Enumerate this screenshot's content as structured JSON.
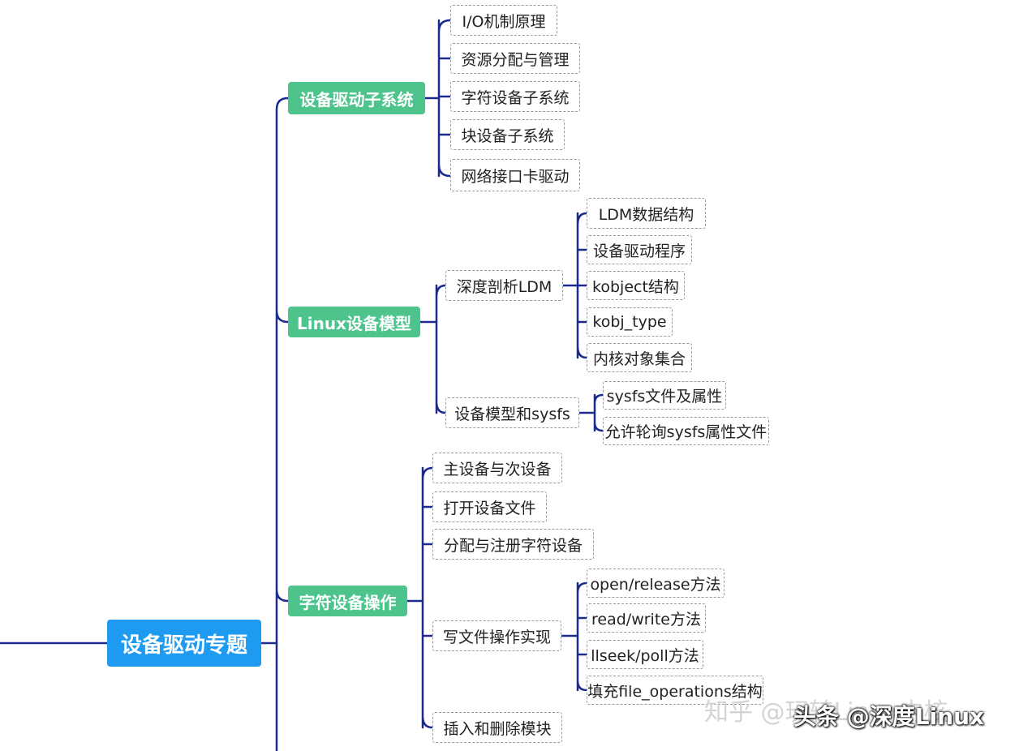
{
  "root": {
    "label": "设备驱动专题"
  },
  "branches": [
    {
      "label": "设备驱动子系统",
      "children": [
        {
          "label": "I/O机制原理"
        },
        {
          "label": "资源分配与管理"
        },
        {
          "label": "字符设备子系统"
        },
        {
          "label": "块设备子系统"
        },
        {
          "label": "网络接口卡驱动"
        }
      ]
    },
    {
      "label": "Linux设备模型",
      "children": [
        {
          "label": "深度剖析LDM",
          "children": [
            {
              "label": "LDM数据结构"
            },
            {
              "label": "设备驱动程序"
            },
            {
              "label": "kobject结构"
            },
            {
              "label": "kobj_type"
            },
            {
              "label": "内核对象集合"
            }
          ]
        },
        {
          "label": "设备模型和sysfs",
          "children": [
            {
              "label": "sysfs文件及属性"
            },
            {
              "label": "允许轮询sysfs属性文件"
            }
          ]
        }
      ]
    },
    {
      "label": "字符设备操作",
      "children": [
        {
          "label": "主设备与次设备"
        },
        {
          "label": "打开设备文件"
        },
        {
          "label": "分配与注册字符设备"
        },
        {
          "label": "写文件操作实现",
          "children": [
            {
              "label": "open/release方法"
            },
            {
              "label": "read/write方法"
            },
            {
              "label": "llseek/poll方法"
            },
            {
              "label": "填充file_operations结构"
            }
          ]
        },
        {
          "label": "插入和删除模块"
        }
      ]
    }
  ],
  "watermark": {
    "faint_text": "知乎 @玩转Linux内核",
    "main_text": "头条 @深度Linux"
  },
  "colors": {
    "line": "#1b2a8c",
    "root_fill": "#1e9bf0",
    "branch_fill": "#4cc48c",
    "leaf_border": "#9a9a9a"
  }
}
